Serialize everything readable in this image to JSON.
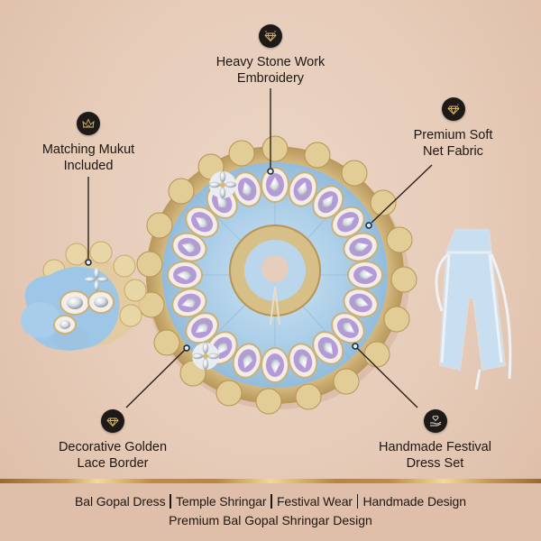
{
  "callouts": [
    {
      "id": "stone-work",
      "icon": "diamond-sparkle-icon",
      "line1": "Heavy Stone Work",
      "line2": "Embroidery"
    },
    {
      "id": "mukut",
      "icon": "crown-icon",
      "line1": "Matching Mukut",
      "line2": "Included"
    },
    {
      "id": "net-fabric",
      "icon": "diamond-icon",
      "line1": "Premium Soft",
      "line2": "Net Fabric"
    },
    {
      "id": "lace-border",
      "icon": "diamond-icon",
      "line1": "Decorative Golden",
      "line2": "Lace Border"
    },
    {
      "id": "handmade",
      "icon": "heart-hand-icon",
      "line1": "Handmade Festival",
      "line2": "Dress Set"
    }
  ],
  "footer": {
    "tags": [
      "Bal Gopal Dress",
      "Temple Shringar",
      "Festival Wear",
      "Handmade Design"
    ],
    "tagline": "Premium Bal Gopal Shringar Design"
  },
  "colors": {
    "background": "#e8d0bf",
    "badge": "#1d1a18",
    "gold": "#c9a45a",
    "fabric_blue": "#a9cde6",
    "lavender": "#b49bd8",
    "text": "#1e1612"
  },
  "products": {
    "main": "Bal Gopal round dress with peacock-feather stone motifs",
    "left": "Matching mukut (crown)",
    "right": "Light blue net trousers with silver trim"
  }
}
